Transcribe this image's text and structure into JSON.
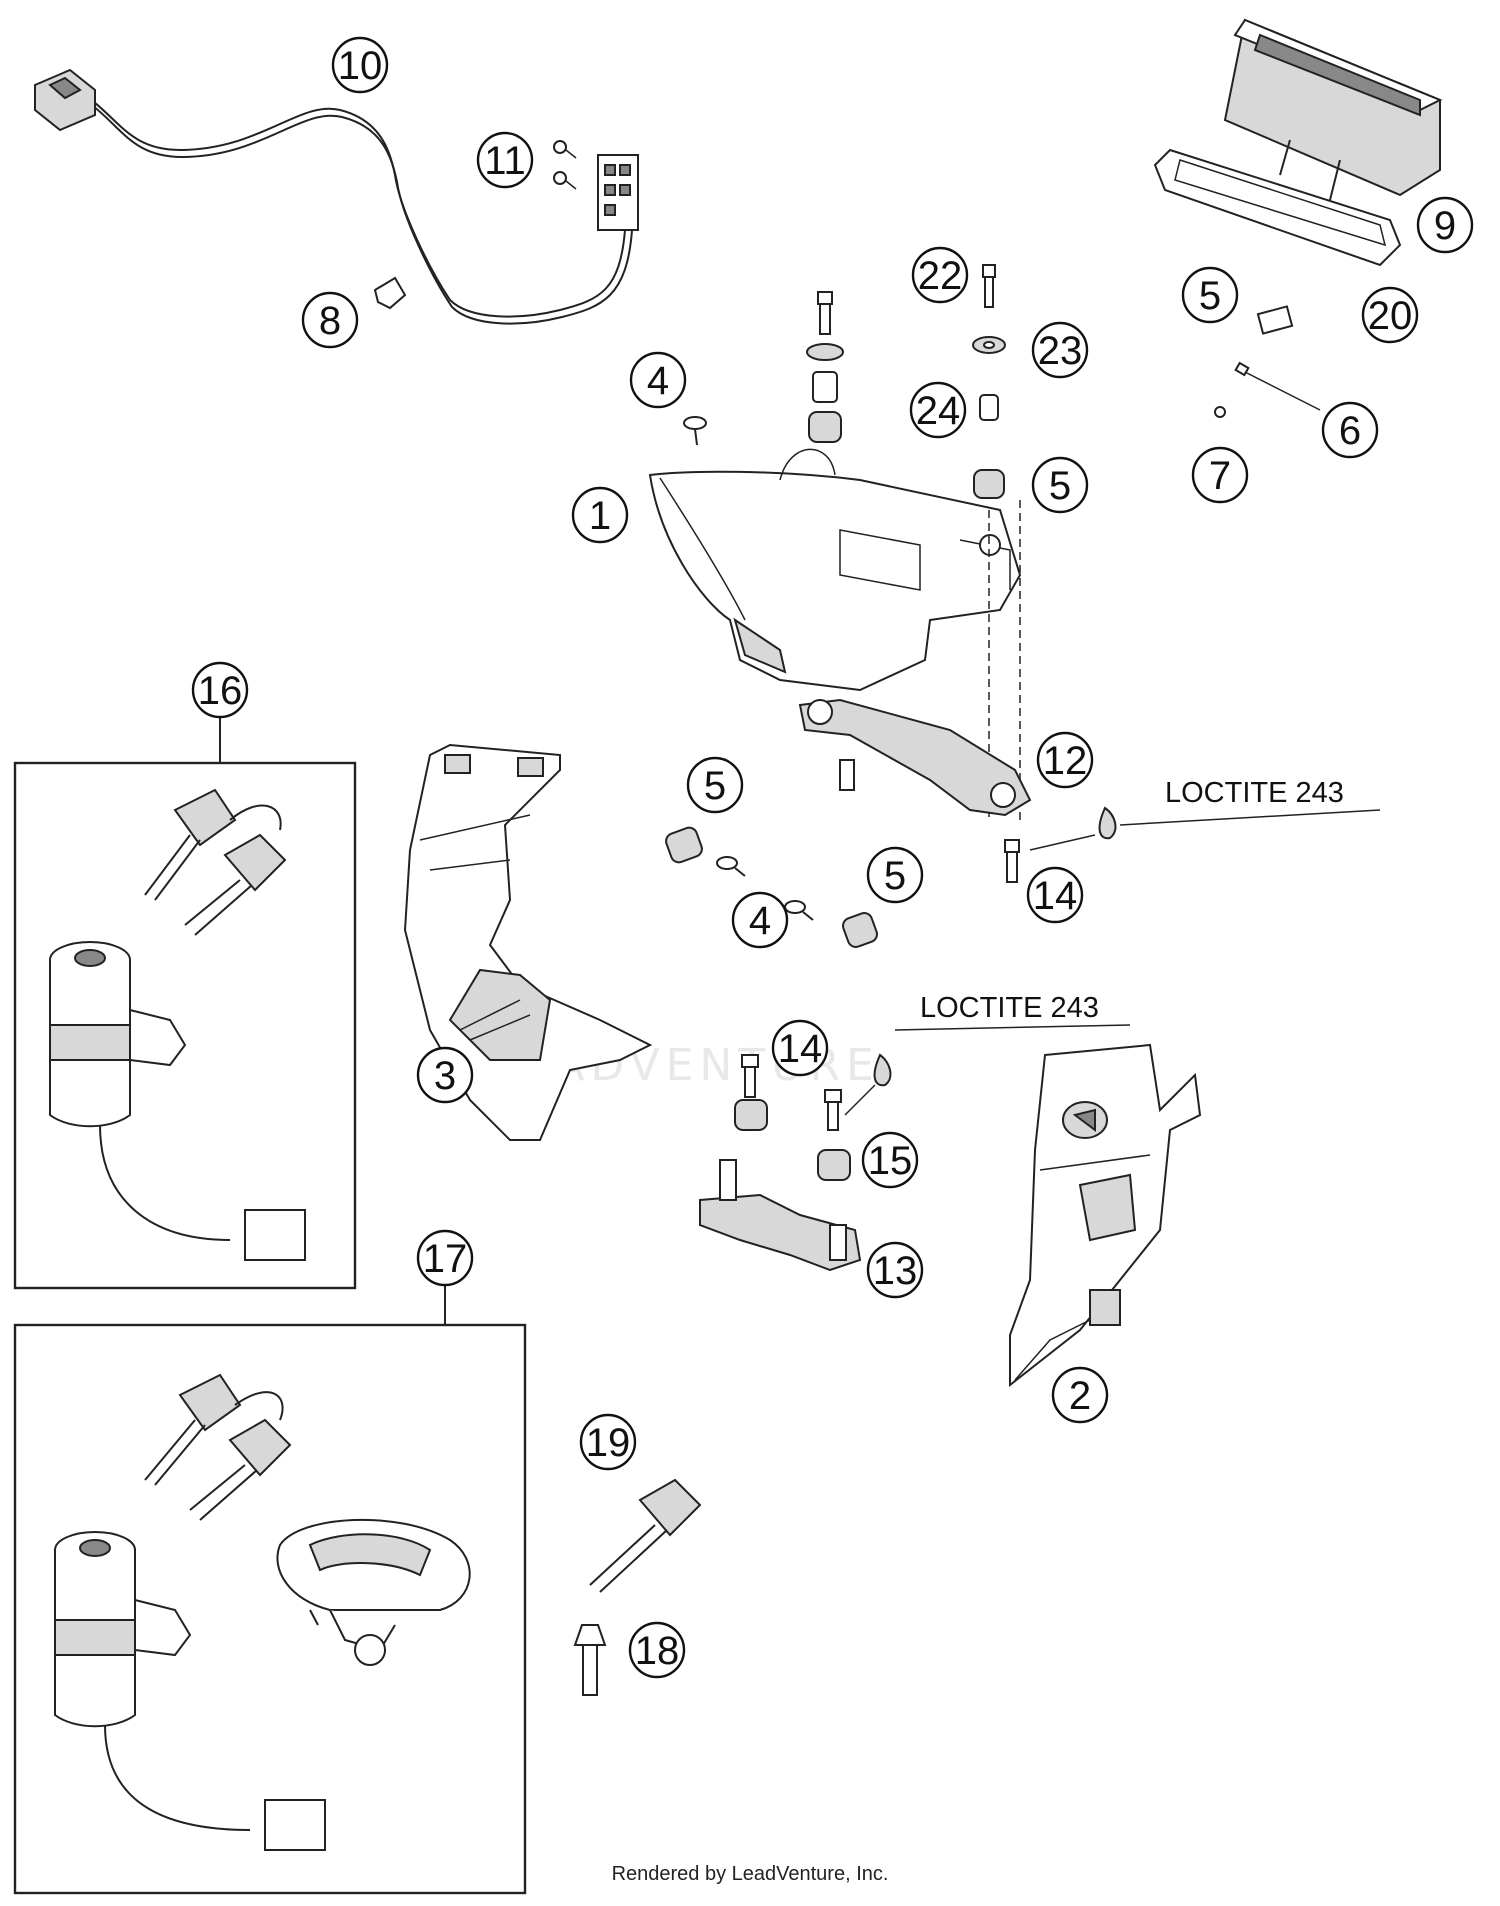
{
  "callouts": {
    "c10": "10",
    "c11": "11",
    "c8": "8",
    "c9": "9",
    "c20": "20",
    "c22": "22",
    "c23": "23",
    "c24": "24",
    "c5a": "5",
    "c5b": "5",
    "c5c": "5",
    "c5d": "5",
    "c6": "6",
    "c7": "7",
    "c4a": "4",
    "c4b": "4",
    "c1": "1",
    "c12": "12",
    "c14a": "14",
    "c14b": "14",
    "c16": "16",
    "c17": "17",
    "c3": "3",
    "c15": "15",
    "c13": "13",
    "c2": "2",
    "c19": "19",
    "c18": "18"
  },
  "notes": {
    "loctite_upper": "LOCTITE 243",
    "loctite_lower": "LOCTITE 243"
  },
  "footer": "Rendered by LeadVenture, Inc.",
  "watermark": "LEADVENTURE"
}
